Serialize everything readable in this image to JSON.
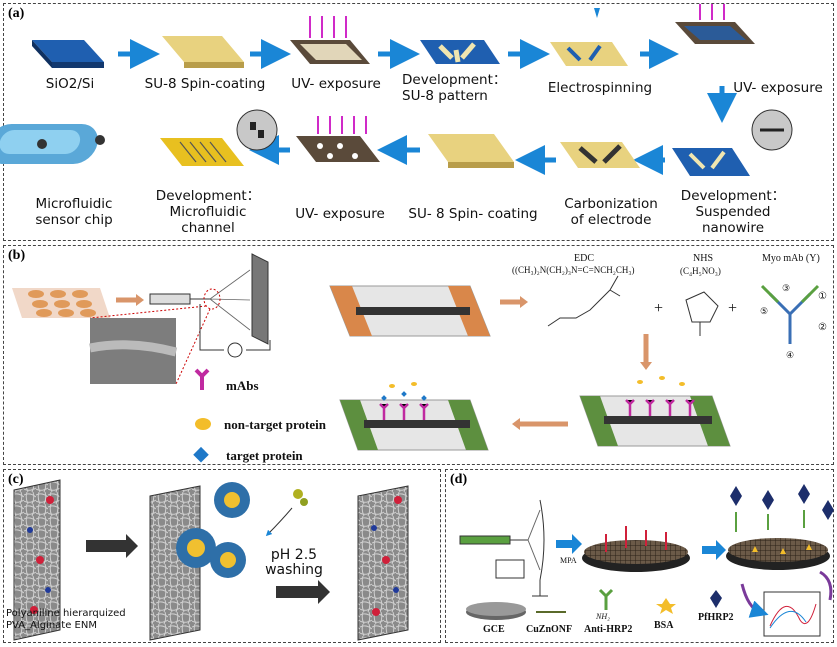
{
  "panels": {
    "a": "(a)",
    "b": "(b)",
    "c": "(c)",
    "d": "(d)"
  },
  "a": {
    "step1": "SiO2/Si",
    "step2": "SU-8 Spin-coating",
    "step3": "UV- exposure",
    "step4": "Development：\nSU-8 pattern",
    "step5": "Electrospinning",
    "step6": "UV- exposure",
    "step7": "Development：\nSuspended\nnanowire",
    "step8": "Carbonization\nof electrode",
    "step9": "SU- 8 Spin- coating",
    "step10": "UV- exposure",
    "step11": "Development：\nMicrofluidic\nchannel",
    "step12": "Microfluidic\nsensor chip"
  },
  "b": {
    "edc_title": "EDC",
    "edc_formula": "((CH₃)₂N(CH₂)₃N=C=NCH₂CH₃)",
    "nhs_title": "NHS",
    "nhs_formula": "(C₄H₅NO₃)",
    "myo_title": "Myo mAb (Y)",
    "plus1": "+",
    "plus2": "+",
    "legend_mabs": "mAbs",
    "legend_nontarget": "non-target protein",
    "legend_target": "target protein",
    "num1": "①",
    "num2": "②",
    "num3": "③",
    "num4": "④",
    "num5": "⑤"
  },
  "c": {
    "ph_label": "pH 2.5\nwashing",
    "caption": "Polyaniline hierarquized\nPVA_Alginate ENM"
  },
  "d": {
    "mpa": "MPA",
    "gce": "GCE",
    "cuznonf": "CuZnONF",
    "anti_hrp2": "Anti-HRP2",
    "nh2": "NH₂",
    "bsa": "BSA",
    "pfhrp2": "PfHRP2"
  },
  "colors": {
    "arrow_blue": "#1a86d6",
    "arrow_orange": "#d9956a",
    "electrode_green": "#5d8f3f",
    "electrode_orange": "#d9874a",
    "mab_purple": "#c02aa0",
    "target_blue": "#1e78c8",
    "nontarget_yellow": "#f3bd2a"
  }
}
